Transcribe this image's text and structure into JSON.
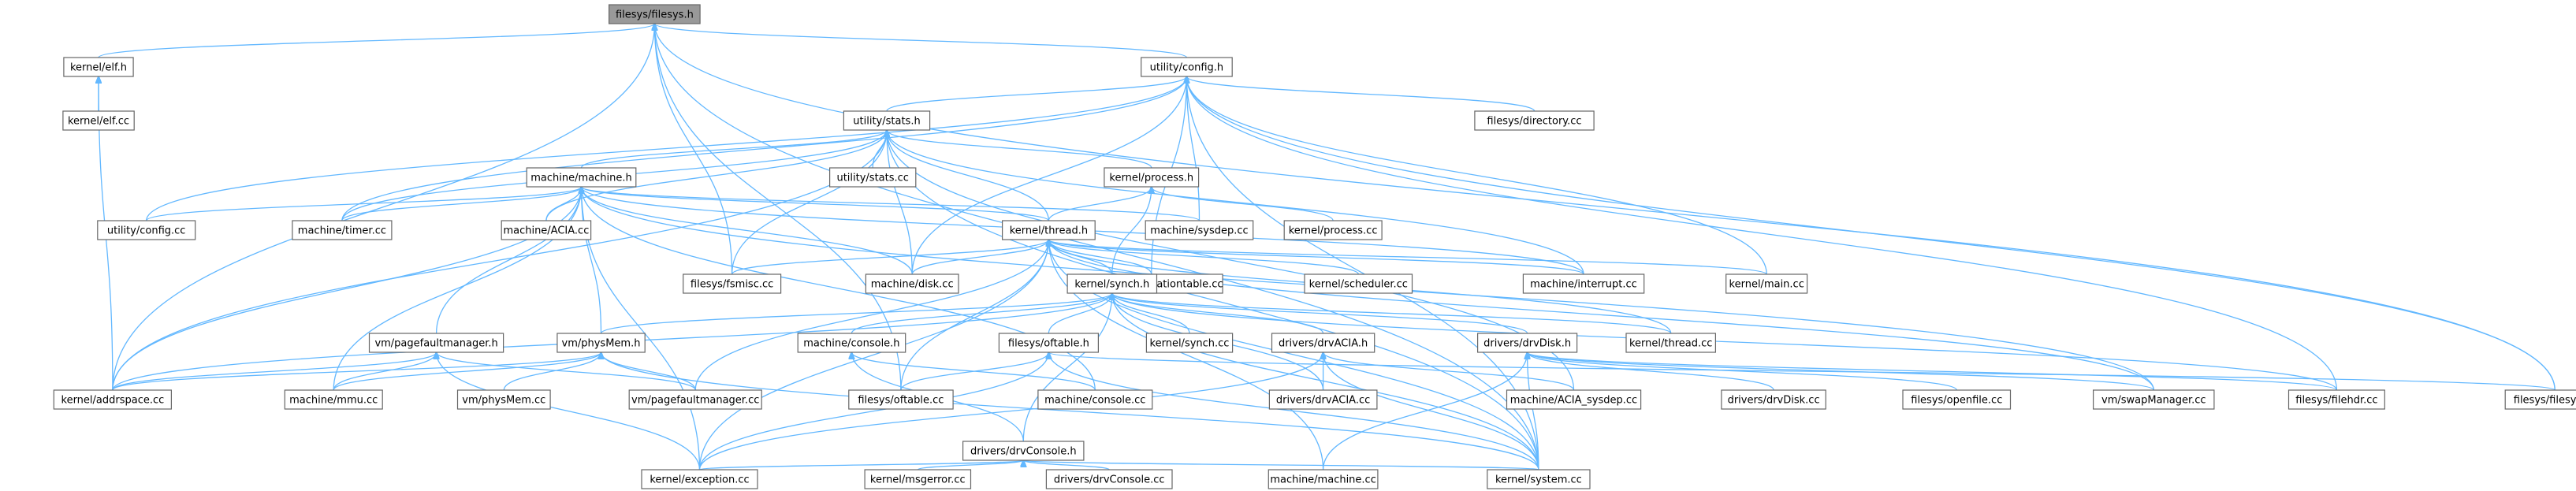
{
  "graph": {
    "root": "filesys/filesys.h",
    "nodes": [
      {
        "id": "filesys_filesys_h",
        "label": "filesys/filesys.h"
      },
      {
        "id": "kernel_elf_h",
        "label": "kernel/elf.h"
      },
      {
        "id": "kernel_elf_cc",
        "label": "kernel/elf.cc"
      },
      {
        "id": "utility_config_h",
        "label": "utility/config.h"
      },
      {
        "id": "utility_stats_h",
        "label": "utility/stats.h"
      },
      {
        "id": "utility_stats_cc",
        "label": "utility/stats.cc"
      },
      {
        "id": "filesys_directory_cc",
        "label": "filesys/directory.cc"
      },
      {
        "id": "machine_machine_h",
        "label": "machine/machine.h"
      },
      {
        "id": "kernel_process_h",
        "label": "kernel/process.h"
      },
      {
        "id": "kernel_process_cc",
        "label": "kernel/process.cc"
      },
      {
        "id": "utility_config_cc",
        "label": "utility/config.cc"
      },
      {
        "id": "machine_timer_cc",
        "label": "machine/timer.cc"
      },
      {
        "id": "machine_acia_cc",
        "label": "machine/ACIA.cc"
      },
      {
        "id": "machine_sysdep_cc",
        "label": "machine/sysdep.cc"
      },
      {
        "id": "kernel_thread_h",
        "label": "kernel/thread.h"
      },
      {
        "id": "filesys_fsmisc_cc",
        "label": "filesys/fsmisc.cc"
      },
      {
        "id": "machine_disk_cc",
        "label": "machine/disk.cc"
      },
      {
        "id": "machine_translationtable_cc",
        "label": "machine/translationtable.cc"
      },
      {
        "id": "kernel_scheduler_cc",
        "label": "kernel/scheduler.cc"
      },
      {
        "id": "machine_interrupt_cc",
        "label": "machine/interrupt.cc"
      },
      {
        "id": "kernel_main_cc",
        "label": "kernel/main.cc"
      },
      {
        "id": "kernel_synch_h",
        "label": "kernel/synch.h"
      },
      {
        "id": "vm_pagefaultmanager_h",
        "label": "vm/pagefaultmanager.h"
      },
      {
        "id": "vm_physmem_h",
        "label": "vm/physMem.h"
      },
      {
        "id": "machine_console_h",
        "label": "machine/console.h"
      },
      {
        "id": "filesys_oftable_h",
        "label": "filesys/oftable.h"
      },
      {
        "id": "kernel_synch_cc",
        "label": "kernel/synch.cc"
      },
      {
        "id": "drivers_drvacia_h",
        "label": "drivers/drvACIA.h"
      },
      {
        "id": "drivers_drvdisk_h",
        "label": "drivers/drvDisk.h"
      },
      {
        "id": "kernel_thread_cc",
        "label": "kernel/thread.cc"
      },
      {
        "id": "kernel_addrspace_cc",
        "label": "kernel/addrspace.cc"
      },
      {
        "id": "machine_mmu_cc",
        "label": "machine/mmu.cc"
      },
      {
        "id": "vm_physmem_cc",
        "label": "vm/physMem.cc"
      },
      {
        "id": "vm_pagefaultmanager_cc",
        "label": "vm/pagefaultmanager.cc"
      },
      {
        "id": "filesys_oftable_cc",
        "label": "filesys/oftable.cc"
      },
      {
        "id": "machine_console_cc",
        "label": "machine/console.cc"
      },
      {
        "id": "drivers_drvconsole_h",
        "label": "drivers/drvConsole.h"
      },
      {
        "id": "drivers_drvacia_cc",
        "label": "drivers/drvACIA.cc"
      },
      {
        "id": "machine_acia_sysdep_cc",
        "label": "machine/ACIA_sysdep.cc"
      },
      {
        "id": "drivers_drvdisk_cc",
        "label": "drivers/drvDisk.cc"
      },
      {
        "id": "filesys_openfile_cc",
        "label": "filesys/openfile.cc"
      },
      {
        "id": "vm_swapmanager_cc",
        "label": "vm/swapManager.cc"
      },
      {
        "id": "filesys_filehdr_cc",
        "label": "filesys/filehdr.cc"
      },
      {
        "id": "filesys_filesys_cc",
        "label": "filesys/filesys.cc"
      },
      {
        "id": "kernel_exception_cc",
        "label": "kernel/exception.cc"
      },
      {
        "id": "kernel_msgerror_cc",
        "label": "kernel/msgerror.cc"
      },
      {
        "id": "drivers_drvconsole_cc",
        "label": "drivers/drvConsole.cc"
      },
      {
        "id": "machine_machine_cc",
        "label": "machine/machine.cc"
      },
      {
        "id": "kernel_system_cc",
        "label": "kernel/system.cc"
      }
    ],
    "edges": [
      [
        "kernel_elf_h",
        "filesys_filesys_h"
      ],
      [
        "kernel_elf_cc",
        "kernel_elf_h"
      ],
      [
        "kernel_addrspace_cc",
        "kernel_elf_h"
      ],
      [
        "kernel_addrspace_cc",
        "filesys_filesys_h"
      ],
      [
        "utility_config_h",
        "filesys_filesys_h"
      ],
      [
        "filesys_fsmisc_cc",
        "filesys_filesys_h"
      ],
      [
        "filesys_oftable_cc",
        "filesys_filesys_h"
      ],
      [
        "filesys_filesys_cc",
        "filesys_filesys_h"
      ],
      [
        "kernel_system_cc",
        "filesys_filesys_h"
      ],
      [
        "utility_stats_h",
        "utility_config_h"
      ],
      [
        "filesys_directory_cc",
        "utility_config_h"
      ],
      [
        "utility_config_cc",
        "utility_config_h"
      ],
      [
        "machine_timer_cc",
        "utility_config_h"
      ],
      [
        "machine_sysdep_cc",
        "utility_config_h"
      ],
      [
        "machine_disk_cc",
        "utility_config_h"
      ],
      [
        "machine_translationtable_cc",
        "utility_config_h"
      ],
      [
        "kernel_main_cc",
        "utility_config_h"
      ],
      [
        "filesys_filehdr_cc",
        "utility_config_h"
      ],
      [
        "filesys_filesys_cc",
        "utility_config_h"
      ],
      [
        "kernel_system_cc",
        "utility_config_h"
      ],
      [
        "utility_stats_cc",
        "utility_stats_h"
      ],
      [
        "machine_machine_h",
        "utility_stats_h"
      ],
      [
        "kernel_process_h",
        "utility_stats_h"
      ],
      [
        "kernel_thread_h",
        "utility_stats_h"
      ],
      [
        "machine_timer_cc",
        "utility_stats_h"
      ],
      [
        "machine_acia_cc",
        "utility_stats_h"
      ],
      [
        "filesys_fsmisc_cc",
        "utility_stats_h"
      ],
      [
        "machine_disk_cc",
        "utility_stats_h"
      ],
      [
        "machine_interrupt_cc",
        "utility_stats_h"
      ],
      [
        "kernel_addrspace_cc",
        "utility_stats_h"
      ],
      [
        "machine_acia_sysdep_cc",
        "utility_stats_h"
      ],
      [
        "kernel_system_cc",
        "utility_stats_h"
      ],
      [
        "utility_config_cc",
        "machine_machine_h"
      ],
      [
        "machine_timer_cc",
        "machine_machine_h"
      ],
      [
        "machine_acia_cc",
        "machine_machine_h"
      ],
      [
        "machine_sysdep_cc",
        "machine_machine_h"
      ],
      [
        "kernel_thread_h",
        "machine_machine_h"
      ],
      [
        "machine_disk_cc",
        "machine_machine_h"
      ],
      [
        "machine_interrupt_cc",
        "machine_machine_h"
      ],
      [
        "vm_pagefaultmanager_h",
        "machine_machine_h"
      ],
      [
        "vm_physmem_h",
        "machine_machine_h"
      ],
      [
        "kernel_addrspace_cc",
        "machine_machine_h"
      ],
      [
        "machine_mmu_cc",
        "machine_machine_h"
      ],
      [
        "machine_console_cc",
        "machine_machine_h"
      ],
      [
        "kernel_exception_cc",
        "machine_machine_h"
      ],
      [
        "vm_swapmanager_cc",
        "machine_machine_h"
      ],
      [
        "kernel_process_cc",
        "kernel_process_h"
      ],
      [
        "kernel_thread_h",
        "kernel_process_h"
      ],
      [
        "kernel_synch_h",
        "kernel_process_h"
      ],
      [
        "filesys_fsmisc_cc",
        "kernel_thread_h"
      ],
      [
        "machine_disk_cc",
        "kernel_thread_h"
      ],
      [
        "machine_translationtable_cc",
        "kernel_thread_h"
      ],
      [
        "kernel_scheduler_cc",
        "kernel_thread_h"
      ],
      [
        "machine_interrupt_cc",
        "kernel_thread_h"
      ],
      [
        "kernel_main_cc",
        "kernel_thread_h"
      ],
      [
        "kernel_synch_h",
        "kernel_thread_h"
      ],
      [
        "kernel_thread_cc",
        "kernel_thread_h"
      ],
      [
        "vm_pagefaultmanager_cc",
        "kernel_thread_h"
      ],
      [
        "filesys_oftable_cc",
        "kernel_thread_h"
      ],
      [
        "machine_machine_cc",
        "kernel_thread_h"
      ],
      [
        "vm_swapmanager_cc",
        "kernel_thread_h"
      ],
      [
        "kernel_exception_cc",
        "kernel_thread_h"
      ],
      [
        "kernel_system_cc",
        "kernel_thread_h"
      ],
      [
        "vm_physmem_h",
        "kernel_synch_h"
      ],
      [
        "machine_console_h",
        "kernel_synch_h"
      ],
      [
        "filesys_oftable_h",
        "kernel_synch_h"
      ],
      [
        "kernel_synch_cc",
        "kernel_synch_h"
      ],
      [
        "drivers_drvacia_h",
        "kernel_synch_h"
      ],
      [
        "drivers_drvdisk_h",
        "kernel_synch_h"
      ],
      [
        "kernel_thread_cc",
        "kernel_synch_h"
      ],
      [
        "kernel_addrspace_cc",
        "kernel_synch_h"
      ],
      [
        "drivers_drvconsole_h",
        "kernel_synch_h"
      ],
      [
        "drivers_drvacia_cc",
        "kernel_synch_h"
      ],
      [
        "filesys_filehdr_cc",
        "kernel_synch_h"
      ],
      [
        "kernel_system_cc",
        "kernel_synch_h"
      ],
      [
        "kernel_addrspace_cc",
        "vm_pagefaultmanager_h"
      ],
      [
        "vm_pagefaultmanager_cc",
        "vm_pagefaultmanager_h"
      ],
      [
        "machine_mmu_cc",
        "vm_pagefaultmanager_h"
      ],
      [
        "kernel_exception_cc",
        "vm_pagefaultmanager_h"
      ],
      [
        "kernel_addrspace_cc",
        "vm_physmem_h"
      ],
      [
        "machine_mmu_cc",
        "vm_physmem_h"
      ],
      [
        "vm_physmem_cc",
        "vm_physmem_h"
      ],
      [
        "vm_pagefaultmanager_cc",
        "vm_physmem_h"
      ],
      [
        "kernel_system_cc",
        "vm_physmem_h"
      ],
      [
        "machine_console_cc",
        "machine_console_h"
      ],
      [
        "drivers_drvconsole_h",
        "machine_console_h"
      ],
      [
        "filesys_oftable_cc",
        "filesys_oftable_h"
      ],
      [
        "kernel_exception_cc",
        "filesys_oftable_h"
      ],
      [
        "kernel_system_cc",
        "filesys_oftable_h"
      ],
      [
        "filesys_filesys_cc",
        "filesys_oftable_h"
      ],
      [
        "drivers_drvacia_cc",
        "drivers_drvacia_h"
      ],
      [
        "machine_acia_sysdep_cc",
        "drivers_drvacia_h"
      ],
      [
        "kernel_exception_cc",
        "drivers_drvacia_h"
      ],
      [
        "kernel_system_cc",
        "drivers_drvacia_h"
      ],
      [
        "drivers_drvdisk_cc",
        "drivers_drvdisk_h"
      ],
      [
        "filesys_openfile_cc",
        "drivers_drvdisk_h"
      ],
      [
        "vm_swapmanager_cc",
        "drivers_drvdisk_h"
      ],
      [
        "filesys_filehdr_cc",
        "drivers_drvdisk_h"
      ],
      [
        "machine_machine_cc",
        "drivers_drvdisk_h"
      ],
      [
        "kernel_system_cc",
        "drivers_drvdisk_h"
      ],
      [
        "kernel_exception_cc",
        "drivers_drvconsole_h"
      ],
      [
        "kernel_msgerror_cc",
        "drivers_drvconsole_h"
      ],
      [
        "drivers_drvconsole_cc",
        "drivers_drvconsole_h"
      ],
      [
        "kernel_system_cc",
        "drivers_drvconsole_h"
      ]
    ]
  }
}
